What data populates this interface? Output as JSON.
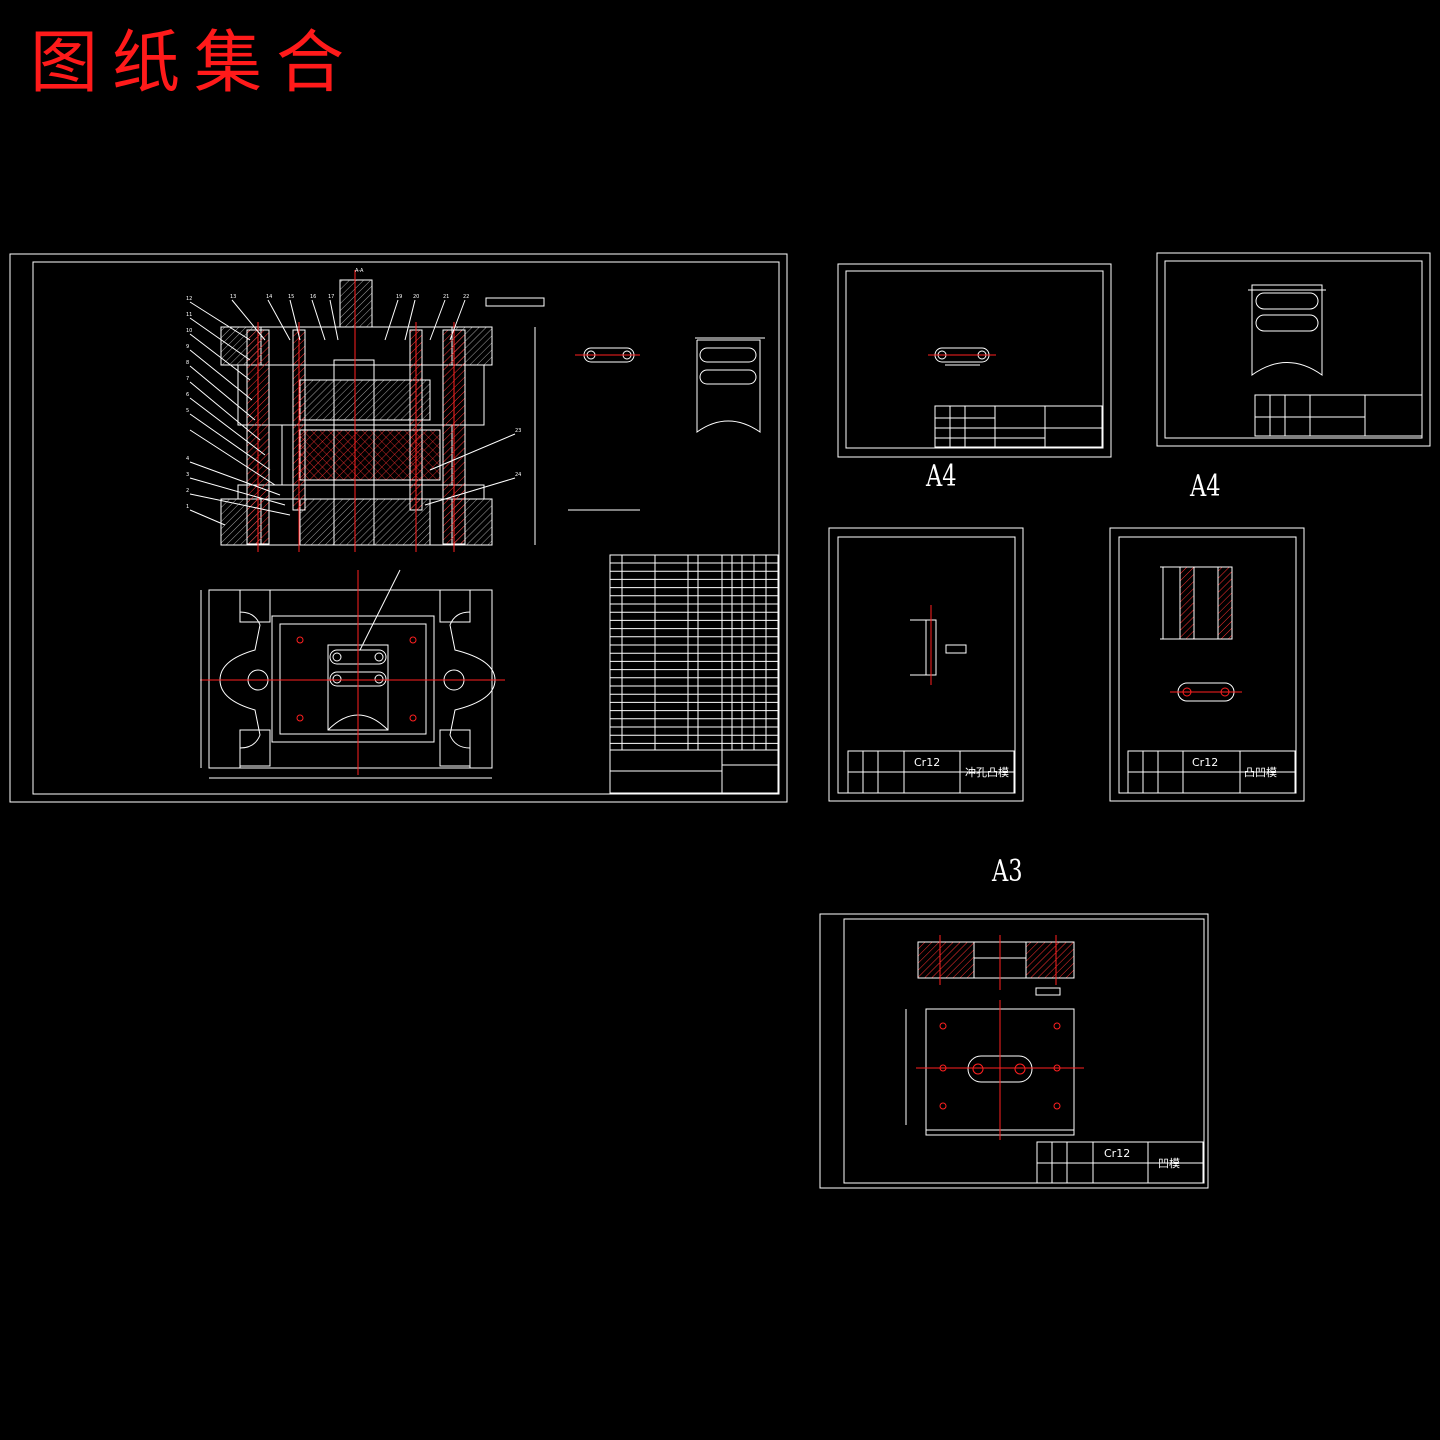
{
  "title": "图纸集合",
  "sheet_labels": [
    "A4",
    "A4",
    "A3"
  ],
  "materials": {
    "punch": "Cr12",
    "die_punch": "Cr12",
    "die": "Cr12"
  },
  "part_names": {
    "punch": "冲孔凸模",
    "die_punch": "凸凹模",
    "die": "凹模"
  },
  "colors": {
    "background": "#000000",
    "title": "#ff1a1a",
    "lines": "#ffffff",
    "centerlines": "#ff2020",
    "hatch": "#ff3030"
  }
}
